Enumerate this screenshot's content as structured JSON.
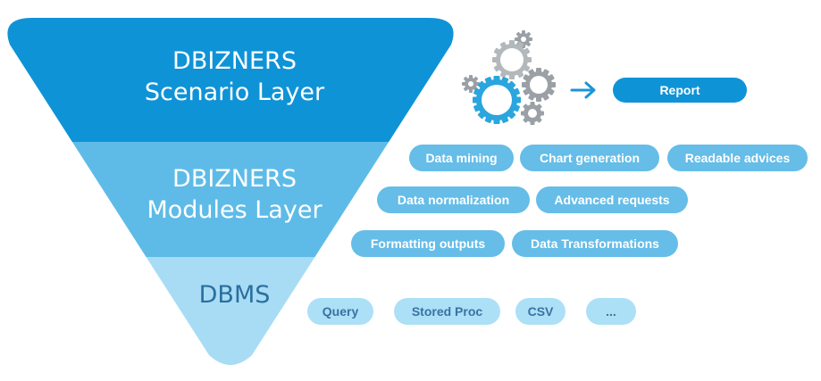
{
  "colors": {
    "scenario_layer": "#0f93d7",
    "modules_layer": "#5ebbe7",
    "dbms_layer": "#a8dcf5",
    "module_pill": "#65bde8",
    "dbms_pill": "#ace0f7",
    "report_pill": "#0f93d7",
    "arrow": "#1b95d6",
    "gear_blue": "#2aa5de",
    "gear_gray": "#9aa0a5"
  },
  "layers": {
    "scenario": {
      "line1": "DBIZNERS",
      "line2": "Scenario Layer"
    },
    "modules": {
      "line1": "DBIZNERS",
      "line2": "Modules Layer"
    },
    "dbms": {
      "label": "DBMS"
    }
  },
  "report": {
    "label": "Report",
    "icon": "gears-icon",
    "arrow": "arrow-right-icon"
  },
  "modules": [
    "Data mining",
    "Chart generation",
    "Readable advices",
    "Data normalization",
    "Advanced requests",
    "Formatting outputs",
    "Data Transformations"
  ],
  "dbms_items": [
    "Query",
    "Stored Proc",
    "CSV",
    "..."
  ]
}
